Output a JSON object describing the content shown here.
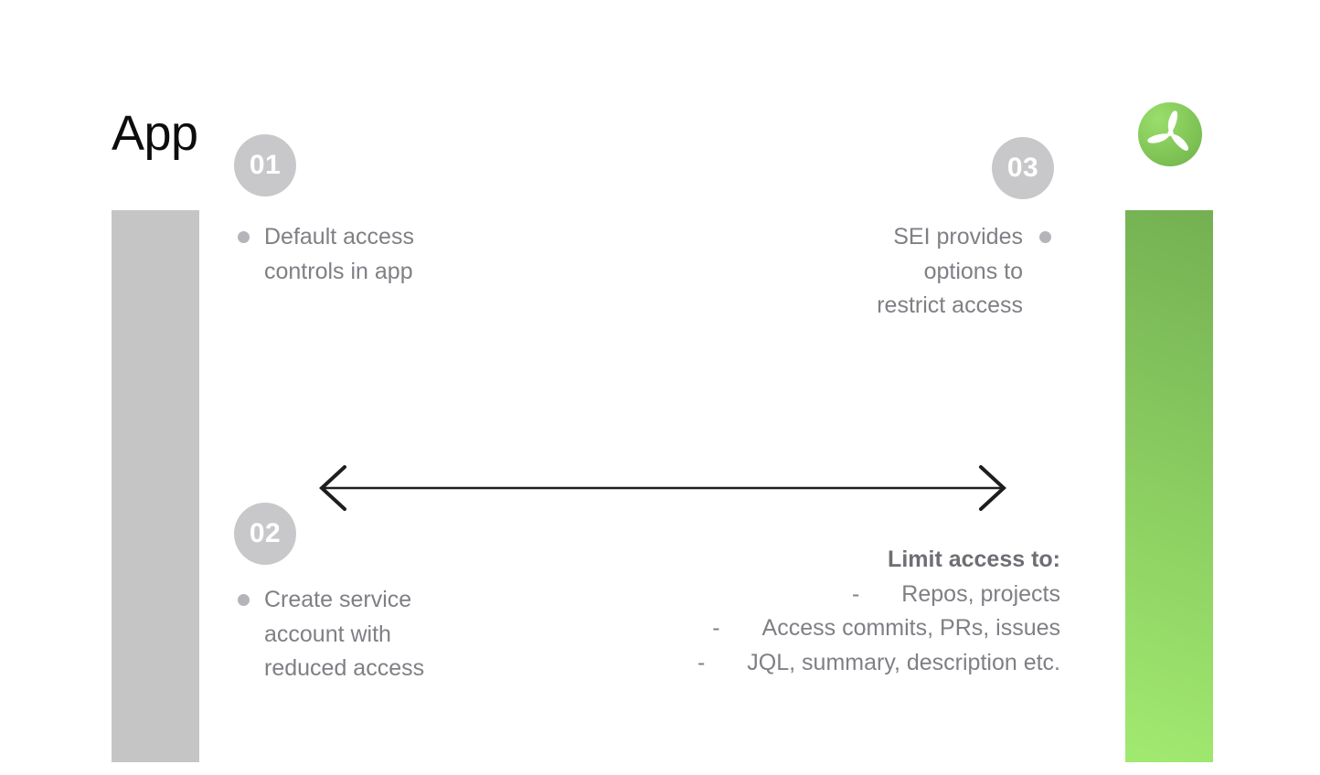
{
  "page": {
    "title": "App"
  },
  "steps": [
    {
      "number": "01",
      "text": "Default access\ncontrols in app"
    },
    {
      "number": "02",
      "text": "Create service\naccount with\nreduced access"
    },
    {
      "number": "03",
      "text": "SEI provides\noptions to\nrestrict access"
    }
  ],
  "limit": {
    "heading": "Limit access to:",
    "items": [
      {
        "marker": "-",
        "text": "Repos, projects"
      },
      {
        "marker": "-",
        "text": "Access commits, PRs, issues"
      },
      {
        "marker": "-",
        "text": "JQL, summary, description etc."
      }
    ]
  },
  "icons": {
    "logo": "propeller-logo",
    "arrow": "double-headed-arrow"
  },
  "colors": {
    "bar_gray": "#c5c5c6",
    "badge_gray": "#c8c8ca",
    "bullet_gray": "#b5b5b9",
    "text_gray": "#7f7f85",
    "heading_gray": "#6e6e74",
    "arrow_black": "#1e1e1e",
    "green_dark": "#74b052",
    "green_light": "#a1ea70",
    "logo_green_light": "#9ade6c",
    "logo_green_dark": "#6fb04b"
  }
}
